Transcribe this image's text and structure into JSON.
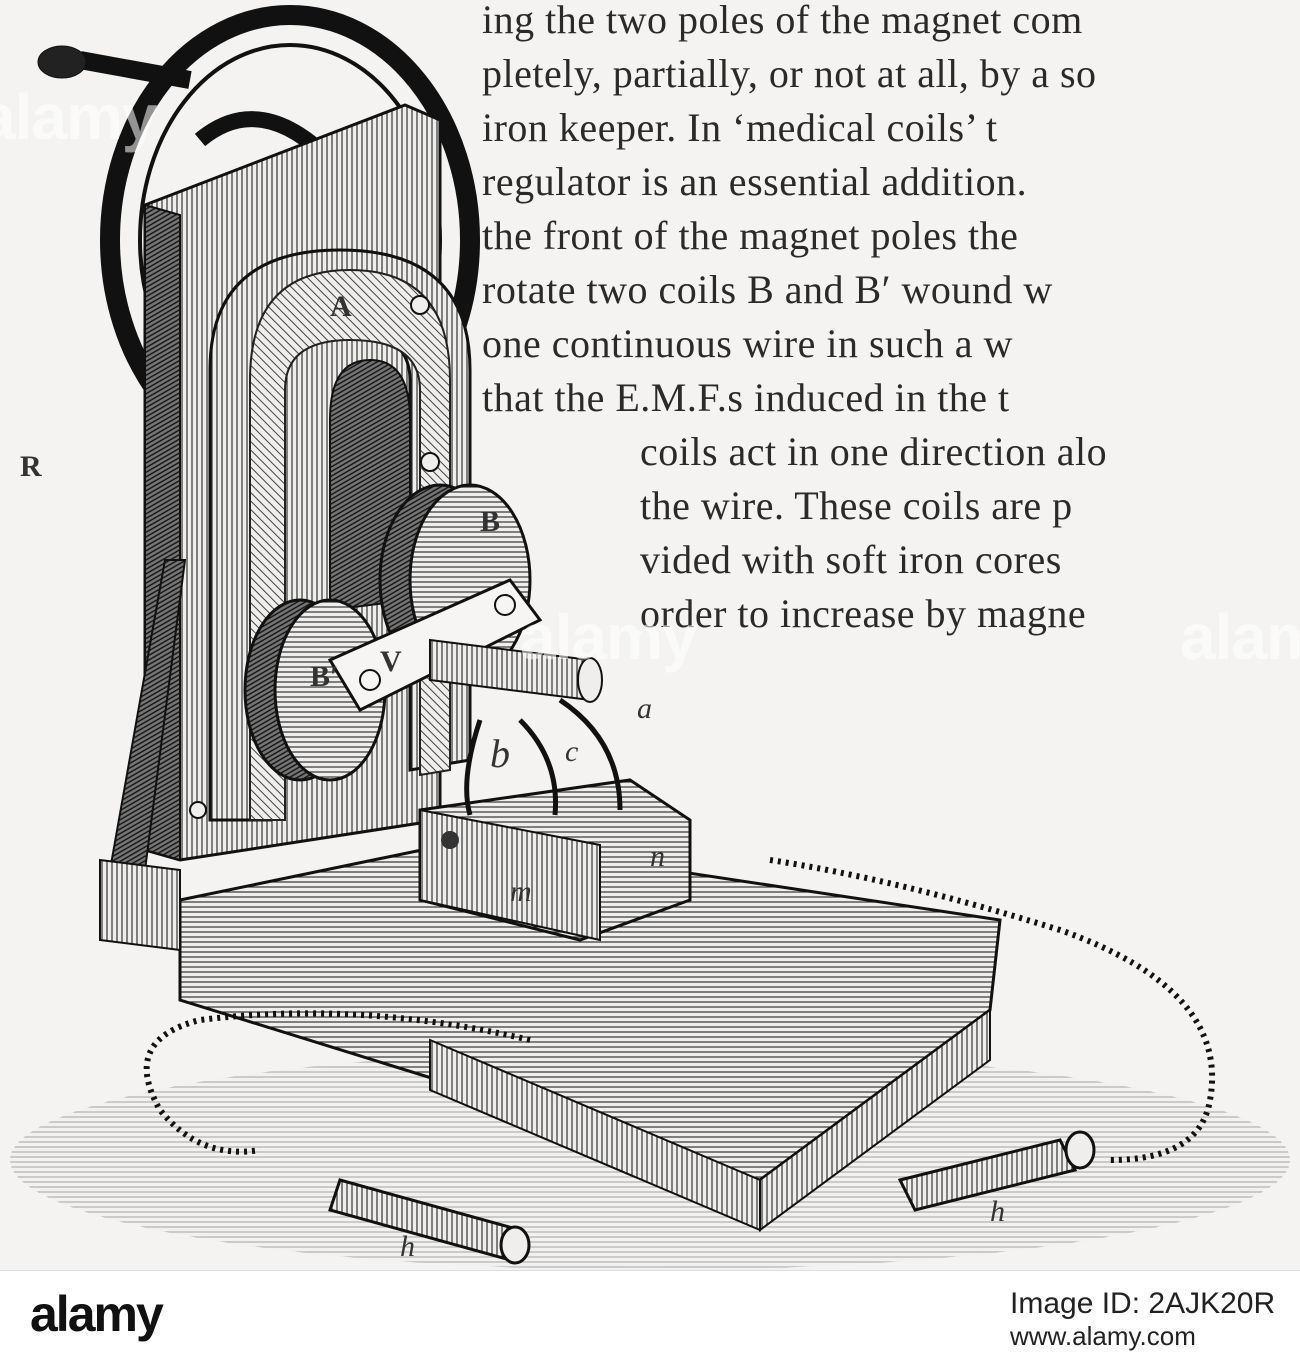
{
  "text_lines": [
    "ing the two poles of the magnet com",
    "pletely, partially, or not at all, by a so",
    "iron keeper.  In ‘medical coils’ t",
    "regulator is an essential addition.",
    "the front of the magnet poles the",
    "rotate two coils B and B′ wound w",
    "one continuous wire in such a w",
    "that the E.M.F.s induced in the t",
    "coils act in one direction alo",
    "the wire.  These coils are p",
    "vided with soft iron cores",
    "order to increase by magne"
  ],
  "figure_labels": {
    "R": "R",
    "A": "A",
    "B": "B",
    "Bprime": "B′",
    "V": "V",
    "a": "a",
    "b": "b",
    "c": "c",
    "m": "m",
    "n": "n",
    "h1": "h",
    "h2": "h"
  },
  "watermark": "alamy",
  "footer": {
    "logo": "alamy",
    "image_id": "Image ID: 2AJK20R",
    "site": "www.alamy.com"
  }
}
